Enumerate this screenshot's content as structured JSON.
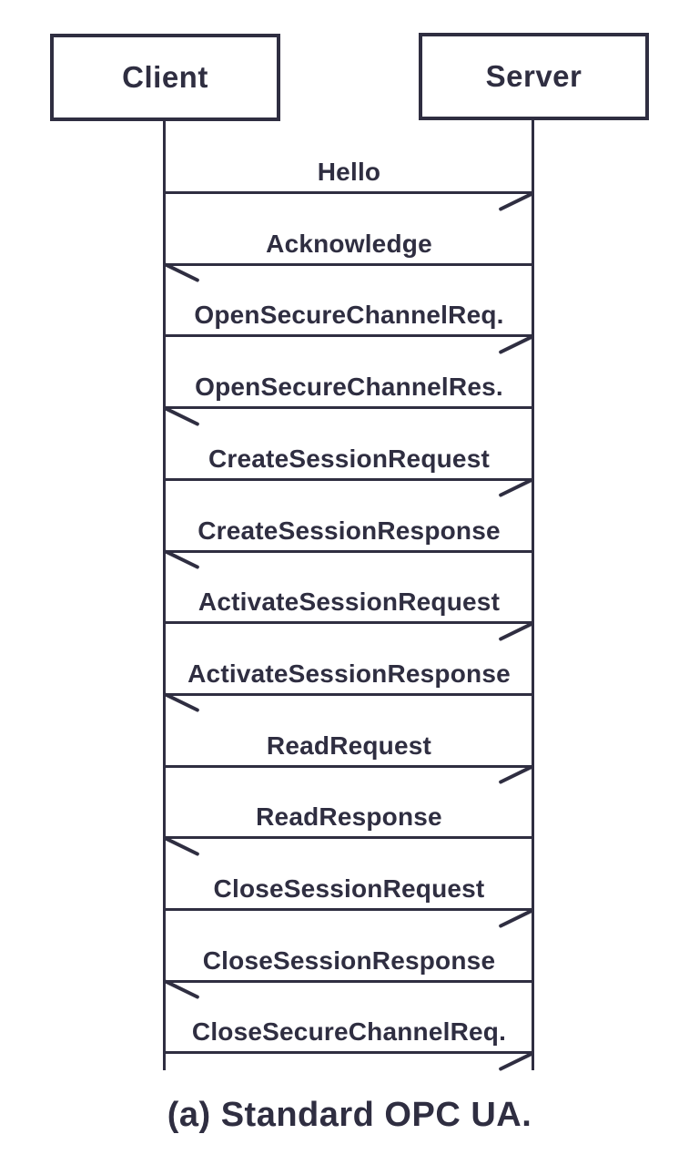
{
  "diagram": {
    "actors": [
      {
        "name": "Client"
      },
      {
        "name": "Server"
      }
    ],
    "messages": [
      {
        "label": "Hello",
        "direction": "right",
        "from": "Client",
        "to": "Server"
      },
      {
        "label": "Acknowledge",
        "direction": "left",
        "from": "Server",
        "to": "Client"
      },
      {
        "label": "OpenSecureChannelReq.",
        "direction": "right",
        "from": "Client",
        "to": "Server"
      },
      {
        "label": "OpenSecureChannelRes.",
        "direction": "left",
        "from": "Server",
        "to": "Client"
      },
      {
        "label": "CreateSessionRequest",
        "direction": "right",
        "from": "Client",
        "to": "Server"
      },
      {
        "label": "CreateSessionResponse",
        "direction": "left",
        "from": "Server",
        "to": "Client"
      },
      {
        "label": "ActivateSessionRequest",
        "direction": "right",
        "from": "Client",
        "to": "Server"
      },
      {
        "label": "ActivateSessionResponse",
        "direction": "left",
        "from": "Server",
        "to": "Client"
      },
      {
        "label": "ReadRequest",
        "direction": "right",
        "from": "Client",
        "to": "Server"
      },
      {
        "label": "ReadResponse",
        "direction": "left",
        "from": "Server",
        "to": "Client"
      },
      {
        "label": "CloseSessionRequest",
        "direction": "right",
        "from": "Client",
        "to": "Server"
      },
      {
        "label": "CloseSessionResponse",
        "direction": "left",
        "from": "Server",
        "to": "Client"
      },
      {
        "label": "CloseSecureChannelReq.",
        "direction": "right",
        "from": "Client",
        "to": "Server"
      }
    ],
    "caption": "(a) Standard OPC UA.",
    "colors": {
      "ink": "#2f2e41",
      "background": "#ffffff"
    }
  }
}
